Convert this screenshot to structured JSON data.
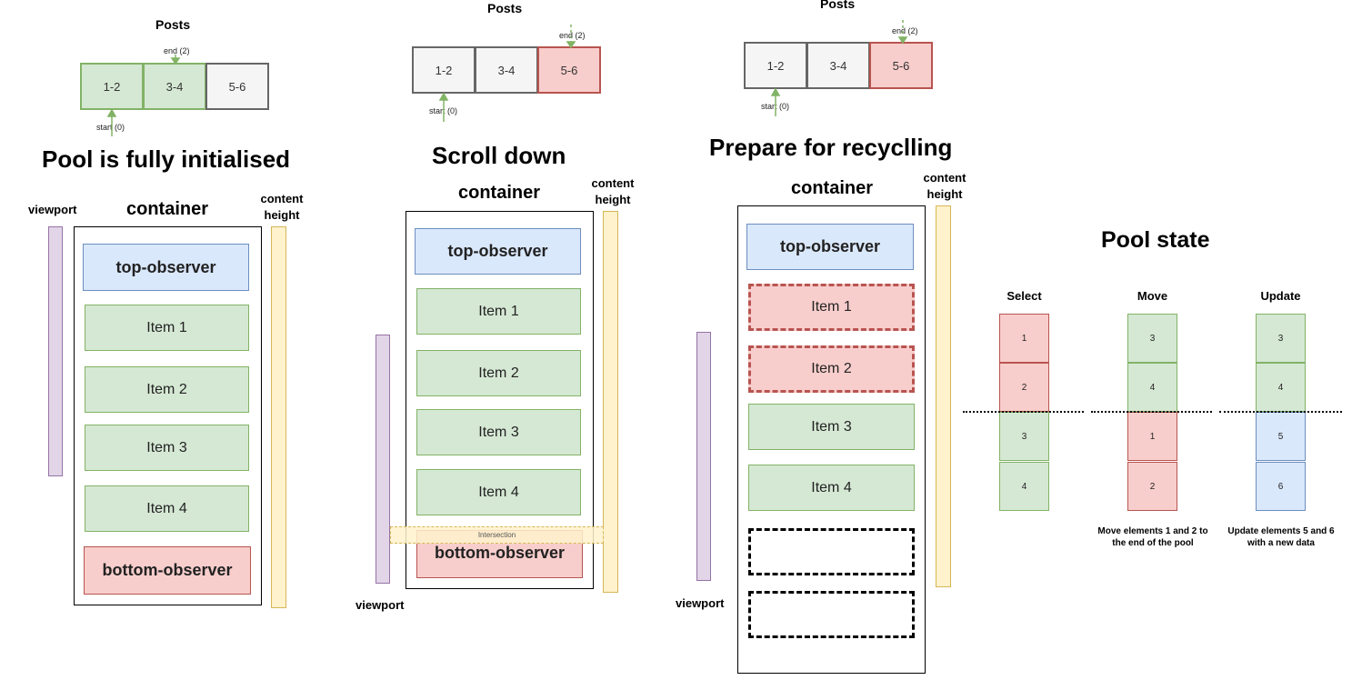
{
  "colors": {
    "green_fill": "#d5e8d4",
    "green_stroke": "#82b366",
    "red_fill": "#f8cecc",
    "red_stroke": "#b85450",
    "blue_fill": "#dae8fc",
    "blue_stroke": "#6c8ebf",
    "gray_fill": "#f5f5f5",
    "viewport_fill": "#e1d5e7",
    "content_fill": "#fff2cc"
  },
  "panel1": {
    "posts_title": "Posts",
    "cells": [
      "1-2",
      "3-4",
      "5-6"
    ],
    "end_label": "end (2)",
    "start_label": "start (0)",
    "heading": "Pool is fully initialised",
    "viewport_label": "viewport",
    "container_label": "container",
    "content_label_1": "content",
    "content_label_2": "height",
    "top_observer": "top-observer",
    "items": [
      "Item 1",
      "Item 2",
      "Item 3",
      "Item 4"
    ],
    "bottom_observer": "bottom-observer"
  },
  "panel2": {
    "posts_title": "Posts",
    "cells": [
      "1-2",
      "3-4",
      "5-6"
    ],
    "end_label": "end (2)",
    "start_label": "start (0)",
    "heading": "Scroll down",
    "viewport_label": "viewport",
    "container_label": "container",
    "content_label_1": "content",
    "content_label_2": "height",
    "top_observer": "top-observer",
    "items": [
      "Item 1",
      "Item 2",
      "Item 3",
      "Item 4"
    ],
    "intersection_label": "Intersection",
    "bottom_observer": "bottom-observer"
  },
  "panel3": {
    "posts_title": "Posts",
    "cells": [
      "1-2",
      "3-4",
      "5-6"
    ],
    "end_label": "end (2)",
    "start_label": "start (0)",
    "heading": "Prepare for recyclling",
    "viewport_label": "viewport",
    "container_label": "container",
    "content_label_1": "content",
    "content_label_2": "height",
    "top_observer": "top-observer",
    "items": [
      "Item 1",
      "Item 2",
      "Item 3",
      "Item 4"
    ]
  },
  "pool_state": {
    "title": "Pool state",
    "columns": [
      {
        "label": "Select",
        "cells": [
          "1",
          "2",
          "3",
          "4"
        ],
        "caption_1": "",
        "caption_2": ""
      },
      {
        "label": "Move",
        "cells": [
          "3",
          "4",
          "1",
          "2"
        ],
        "caption_1": "Move elements 1 and 2 to",
        "caption_2": "the end of the pool"
      },
      {
        "label": "Update",
        "cells": [
          "3",
          "4",
          "5",
          "6"
        ],
        "caption_1": "Update elements 5 and 6",
        "caption_2": "with a new data"
      }
    ]
  }
}
